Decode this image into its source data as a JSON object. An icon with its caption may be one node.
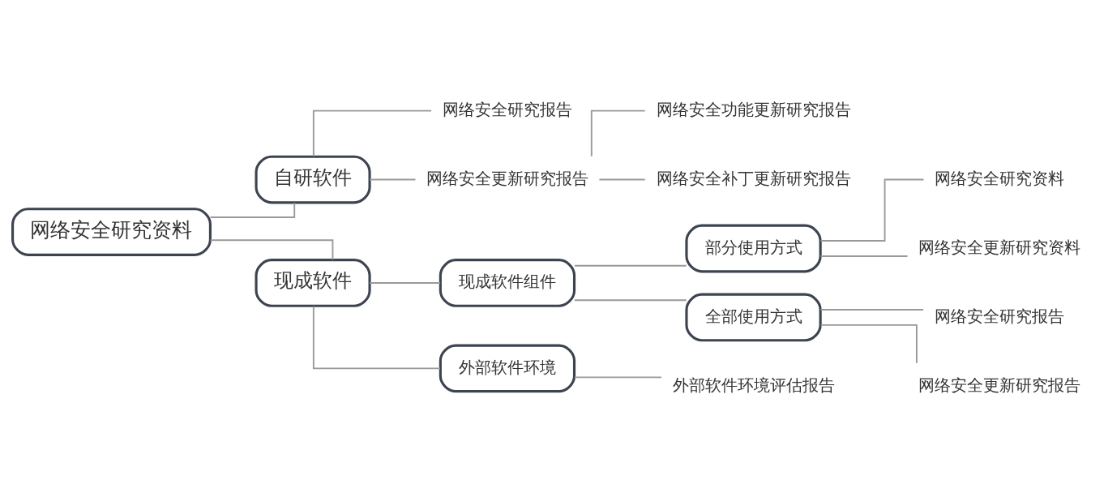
{
  "diagram": {
    "nodes": [
      {
        "text": [
          "网络安全研究资料"
        ]
      },
      {
        "text": [
          "自研软件"
        ]
      },
      {
        "text": [
          "网络安全研究报告"
        ]
      },
      {
        "text": [
          "网络安全更新研究报告"
        ]
      },
      {
        "text": [
          "网络安全功能更新研究报告"
        ]
      },
      {
        "text": [
          "网络安全补丁更新研究报告"
        ]
      },
      {
        "text": [
          "现成软件"
        ]
      },
      {
        "text": [
          "现成软件组件"
        ]
      },
      {
        "text": [
          "部分使用方式"
        ]
      },
      {
        "text": [
          "网络安全研究资料"
        ]
      },
      {
        "text": [
          "网络安全更新研究资料"
        ]
      },
      {
        "text": [
          "全部使用方式"
        ]
      },
      {
        "text": [
          "网络安全研究报告"
        ]
      },
      {
        "text": [
          "网络安全更新研究报告"
        ]
      },
      {
        "text": [
          "外部软件环境"
        ]
      },
      {
        "text": [
          "外部软件环境评估报告"
        ]
      }
    ],
    "edges": [
      {
        "from": 0,
        "to": 1,
        "arrow": "none"
      },
      {
        "from": 1,
        "to": 2,
        "arrow": "none"
      },
      {
        "from": 1,
        "to": 3,
        "arrow": "none"
      },
      {
        "from": 3,
        "to": 4,
        "arrow": "none"
      },
      {
        "from": 3,
        "to": 5,
        "arrow": "none"
      },
      {
        "from": 0,
        "to": 6,
        "arrow": "none"
      },
      {
        "from": 6,
        "to": 7,
        "arrow": "none"
      },
      {
        "from": 7,
        "to": 8,
        "arrow": "none"
      },
      {
        "from": 8,
        "to": 9,
        "arrow": "none"
      },
      {
        "from": 8,
        "to": 10,
        "arrow": "none"
      },
      {
        "from": 7,
        "to": 11,
        "arrow": "none"
      },
      {
        "from": 11,
        "to": 12,
        "arrow": "none"
      },
      {
        "from": 11,
        "to": 13,
        "arrow": "none"
      },
      {
        "from": 6,
        "to": 14,
        "arrow": "none"
      },
      {
        "from": 14,
        "to": 15,
        "arrow": "none"
      }
    ]
  }
}
